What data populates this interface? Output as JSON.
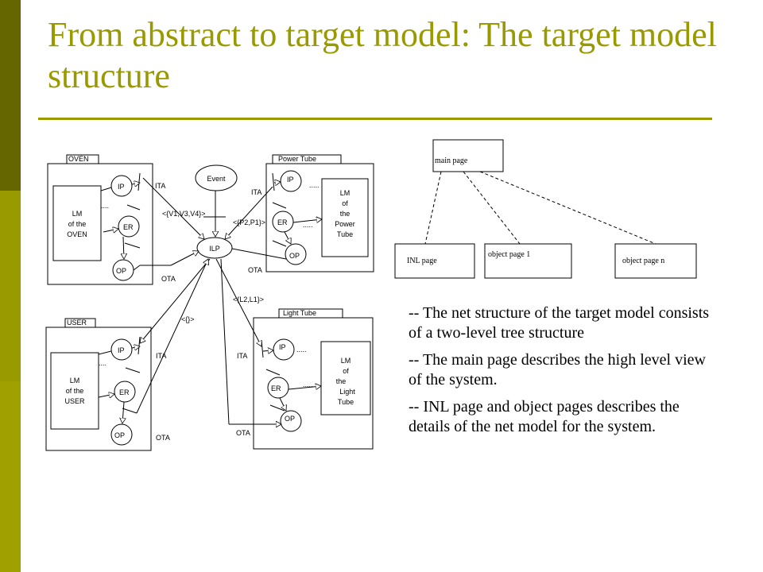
{
  "slide": {
    "title": "From abstract to target model: The target model structure",
    "bullets": [
      "-- The net structure of the target model consists of a two-level tree structure",
      "-- The main page describes the high level view of the system.",
      "-- INL page and object pages describes the details of the net model for the system."
    ]
  },
  "net_diagram": {
    "modules": {
      "oven": {
        "tab": "OVEN",
        "lm": [
          "LM",
          "of the",
          "OVEN"
        ]
      },
      "user": {
        "tab": "USER",
        "lm": [
          "LM",
          "of the",
          "USER"
        ]
      },
      "power": {
        "tab": "Power Tube",
        "lm": [
          "LM",
          "of",
          "the",
          "Power",
          "Tube"
        ]
      },
      "light": {
        "tab": "Light Tube",
        "lm": [
          "LM",
          "of",
          "the",
          "Light",
          "Tube"
        ]
      }
    },
    "places": {
      "ip": "IP",
      "er": "ER",
      "op": "OP",
      "ilp": "ILP",
      "event": "Event"
    },
    "arc_labels": {
      "ita": "ITA",
      "ota": "OTA"
    },
    "tokens": {
      "oven": "<{V1,V3,V4}>",
      "power": "<{P2,P1}>",
      "light": "<{L2,L1}>",
      "user": "<{}>"
    },
    "dots_short": ".....",
    "dots_vertical": "...."
  },
  "tree": {
    "root": "main page",
    "children": [
      "INL page",
      "object page 1",
      "object page n"
    ]
  },
  "colors": {
    "title": "#999900",
    "sidebar_dark": "#666600",
    "sidebar_light": "#999900"
  }
}
